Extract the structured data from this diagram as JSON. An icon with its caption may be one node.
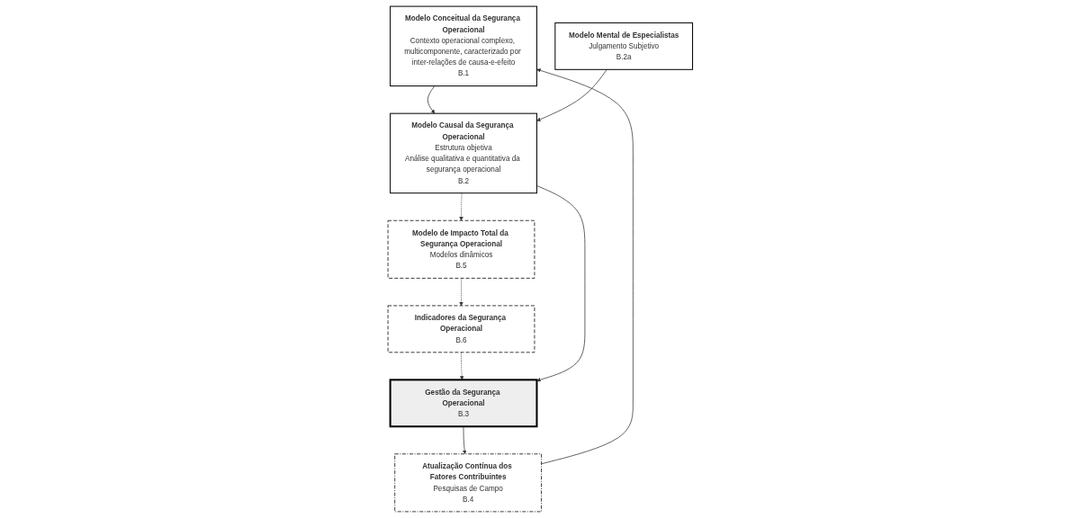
{
  "diagram": {
    "nodes": [
      {
        "text": [
          "Modelo Conceitual da Segurança Operacional",
          "Contexto operacional complexo, multicomponente, caracterizado por inter-relações de causa-e-efeito",
          "B.1"
        ]
      },
      {
        "text": [
          "Modelo Causal da Segurança Operacional",
          "Estrutura objetiva",
          "Análise qualitativa e quantitativa da segurança operacional",
          "B.2"
        ]
      },
      {
        "text": [
          "Modelo de Impacto Total da Segurança Operacional",
          "Modelos dinâmicos",
          "B.5"
        ]
      },
      {
        "text": [
          "Modelo Mental de Especialistas",
          "Julgamento Subjetivo",
          "B.2a"
        ]
      },
      {
        "text": [
          "Indicadores da Segurança Operacional",
          "B.6"
        ]
      },
      {
        "text": [
          "Atualização Contínua dos Fatores Contribuintes",
          "Pesquisas de Campo",
          "B.4"
        ]
      },
      {
        "text": [
          "Gestão da Segurança Operacional",
          "B.3"
        ]
      }
    ],
    "edges": [
      {
        "from": 0,
        "to": 1,
        "arrow": "to"
      },
      {
        "from": 1,
        "to": 2,
        "arrow": "to",
        "style": "dashed"
      },
      {
        "from": 3,
        "to": 1,
        "arrow": "to"
      },
      {
        "from": 2,
        "to": 4,
        "arrow": "to",
        "style": "dashed"
      },
      {
        "from": 4,
        "to": 6,
        "arrow": "to",
        "style": "dashed"
      },
      {
        "from": 1,
        "to": 6,
        "arrow": "to"
      },
      {
        "from": 6,
        "to": 5,
        "arrow": "to"
      },
      {
        "from": 5,
        "to": 0,
        "arrow": "to"
      }
    ]
  }
}
